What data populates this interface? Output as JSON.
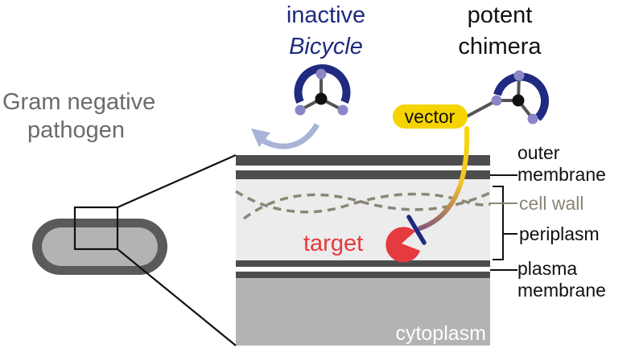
{
  "labels": {
    "inactive_line1": "inactive",
    "inactive_line2": "Bicycle",
    "potent_line1": "potent",
    "potent_line2": "chimera",
    "pathogen_line1": "Gram negative",
    "pathogen_line2": "pathogen",
    "vector": "vector",
    "target": "target",
    "outer_membrane_line1": "outer",
    "outer_membrane_line2": "membrane",
    "cell_wall": "cell wall",
    "periplasm": "periplasm",
    "plasma_membrane_line1": "plasma",
    "plasma_membrane_line2": "membrane",
    "cytoplasm": "cytoplasm"
  },
  "colors": {
    "navy": "#1f2a80",
    "bead": "#8a86c8",
    "target_red": "#e53a3f",
    "vector_yellow": "#f5d400",
    "membrane_dark": "#4d4d4d",
    "wall_gray": "#8a8676",
    "periplasm_fill": "#ececec",
    "cytoplasm_fill": "#b3b3b3",
    "pathogen_text": "#6b6b6b",
    "arrow_blue": "#a8b3d6"
  }
}
